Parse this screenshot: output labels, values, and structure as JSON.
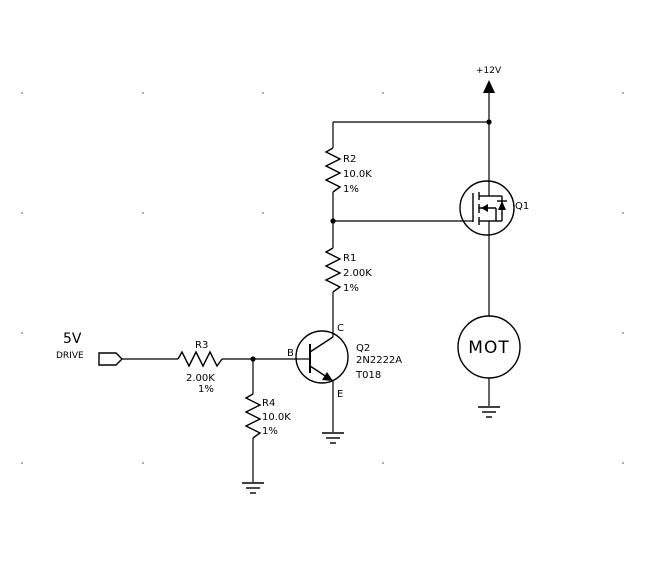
{
  "power": {
    "label": "+12V"
  },
  "input": {
    "voltage": "5V",
    "name": "DRIVE"
  },
  "resistors": {
    "r1": {
      "ref": "R1",
      "value": "2.00K",
      "tol": "1%"
    },
    "r2": {
      "ref": "R2",
      "value": "10.0K",
      "tol": "1%"
    },
    "r3": {
      "ref": "R3",
      "value": "2.00K",
      "tol": "1%"
    },
    "r4": {
      "ref": "R4",
      "value": "10.0K",
      "tol": "1%"
    }
  },
  "q2": {
    "ref": "Q2",
    "part": "2N2222A",
    "package": "T018",
    "pin_b": "B",
    "pin_c": "C",
    "pin_e": "E"
  },
  "q1": {
    "ref": "Q1"
  },
  "motor": {
    "label": "MOT"
  }
}
